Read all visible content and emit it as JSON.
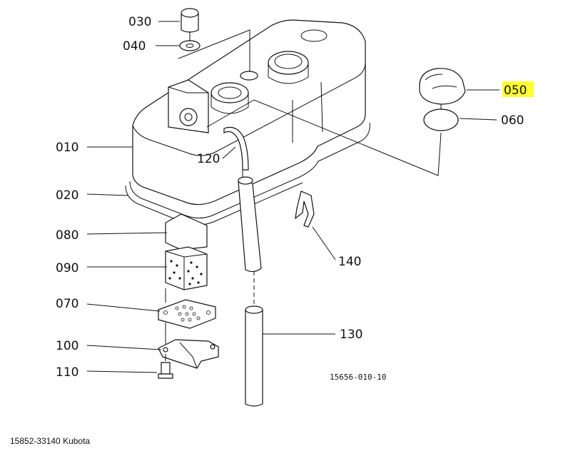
{
  "colors": {
    "highlight": "#ffff33",
    "ink": "#111111",
    "background": "#ffffff"
  },
  "labels": {
    "p010": "010",
    "p020": "020",
    "p030": "030",
    "p040": "040",
    "p050": "050",
    "p060": "060",
    "p070": "070",
    "p080": "080",
    "p090": "090",
    "p100": "100",
    "p110": "110",
    "p120": "120",
    "p130": "130",
    "p140": "140"
  },
  "highlighted_part": "050",
  "drawing_ref": "15656-010-10",
  "caption": "15852-33140 Kubota"
}
